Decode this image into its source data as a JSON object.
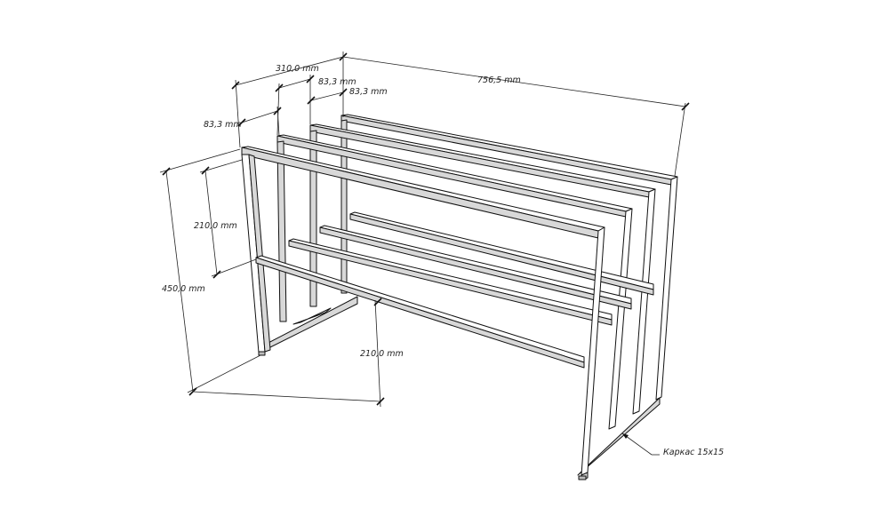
{
  "drawing": {
    "dimensions": {
      "depth_total": "310,0 mm",
      "spacing_1": "83,3 mm",
      "spacing_2": "83,3 mm",
      "spacing_3": "83,3 mm",
      "length_total": "756,5 mm",
      "height_total": "450,0 mm",
      "rail_height": "210,0 mm",
      "rail_offset": "210,0 mm"
    },
    "callout": {
      "frame_label": "Каркас 15х15"
    }
  }
}
